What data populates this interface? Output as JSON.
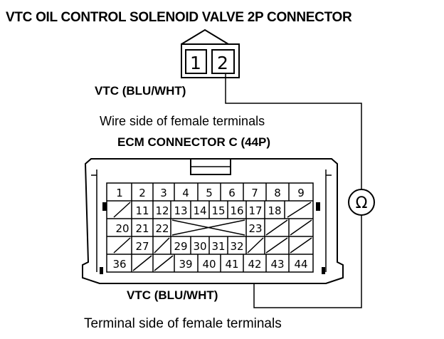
{
  "title": "VTC OIL CONTROL SOLENOID VALVE 2P CONNECTOR",
  "small_connector": {
    "pins": [
      "1",
      "2"
    ]
  },
  "vtc_label_top": "VTC (BLU/WHT)",
  "wire_side_label": "Wire side of female terminals",
  "ecm_label": "ECM CONNECTOR C (44P)",
  "ecm_rows": [
    [
      "1",
      "2",
      "3",
      "4",
      "5",
      "6",
      "7",
      "8",
      "9"
    ],
    [
      "",
      "11",
      "12",
      "13",
      "14",
      "15",
      "16",
      "17",
      "18",
      ""
    ],
    [
      "20",
      "21",
      "22",
      "",
      "",
      "23",
      "",
      ""
    ],
    [
      "",
      "27",
      "",
      "29",
      "30",
      "31",
      "32",
      "",
      ""
    ],
    [
      "36",
      "",
      "",
      "39",
      "40",
      "41",
      "42",
      "43",
      "44"
    ]
  ],
  "vtc_label_bottom": "VTC (BLU/WHT)",
  "terminal_side_label": "Terminal side of female terminals",
  "meter_symbol": "Ω"
}
